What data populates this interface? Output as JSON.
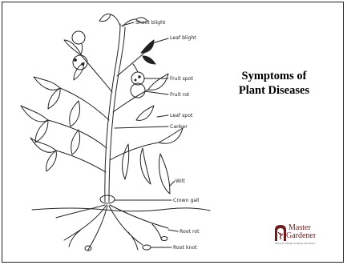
{
  "title": {
    "line1": "Symptoms of",
    "line2": "Plant Diseases"
  },
  "labels": {
    "shoot_blight": "Shoot blight",
    "leaf_blight": "Leaf blight",
    "fruit_spot": "Fruit spot",
    "fruit_rot": "Fruit rot",
    "leaf_spot": "Leaf spot",
    "canker": "Canker",
    "wilt": "Wilt",
    "crown_gall": "Crown gall",
    "root_rot": "Root rot",
    "root_knot": "Root knot"
  },
  "logo": {
    "line1": "Master",
    "line2": "Gardener",
    "tagline": "Extension Master Gardener Volunteers"
  },
  "colors": {
    "ink": "#222222",
    "brand": "#6b1e1e"
  }
}
